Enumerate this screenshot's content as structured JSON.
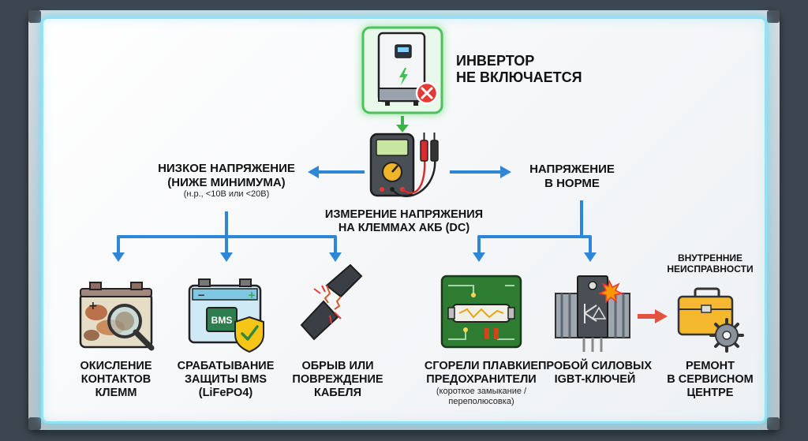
{
  "title": {
    "line1": "ИНВЕРТОР",
    "line2": "НЕ ВКЛЮЧАЕТСЯ"
  },
  "measure": {
    "line1": "ИЗМЕРЕНИЕ НАПРЯЖЕНИЯ",
    "line2": "НА КЛЕММАХ АКБ (DC)"
  },
  "low_voltage": {
    "line1": "НИЗКОЕ НАПРЯЖЕНИЕ",
    "line2": "(НИЖЕ МИНИМУМА)",
    "note": "(н.р., <10В или <20В)"
  },
  "normal_voltage": {
    "line1": "НАПРЯЖЕНИЕ",
    "line2": "В НОРМЕ"
  },
  "causes": {
    "oxidation": {
      "line1": "ОКИСЛЕНИЕ",
      "line2": "КОНТАКТОВ",
      "line3": "КЛЕММ"
    },
    "bms": {
      "line1": "СРАБАТЫВАНИЕ",
      "line2": "ЗАЩИТЫ BMS",
      "line3": "(LiFePO4)",
      "chip_text": "BMS"
    },
    "cable": {
      "line1": "ОБРЫВ ИЛИ",
      "line2": "ПОВРЕЖДЕНИЕ",
      "line3": "КАБЕЛЯ"
    },
    "fuses": {
      "line1": "СГОРЕЛИ ПЛАВКИЕ",
      "line2": "ПРЕДОХРАНИТЕЛИ",
      "note1": "(короткое замыкание /",
      "note2": "переполюсовка)"
    },
    "igbt": {
      "line1": "ПРОБОЙ СИЛОВЫХ",
      "line2": "IGBT-КЛЮЧЕЙ"
    }
  },
  "internal": {
    "line1": "ВНУТРЕННИЕ",
    "line2": "НЕИСПРАВНОСТИ"
  },
  "repair": {
    "line1": "РЕМОНТ",
    "line2": "В СЕРВИСНОМ",
    "line3": "ЦЕНТРЕ"
  },
  "colors": {
    "arrow_blue": "#2d86d6",
    "arrow_green": "#3db34a",
    "arrow_red": "#e0533d",
    "glow_green": "#7ee08a",
    "error_red": "#e53935"
  },
  "icons": [
    "inverter-icon",
    "error-x-icon",
    "multimeter-icon",
    "corroded-battery-icon",
    "magnifier-icon",
    "lifepo4-battery-icon",
    "bms-chip-icon",
    "shield-check-icon",
    "broken-cable-icon",
    "circuit-board-fuse-icon",
    "igbt-transistor-icon",
    "toolbox-gear-icon"
  ]
}
